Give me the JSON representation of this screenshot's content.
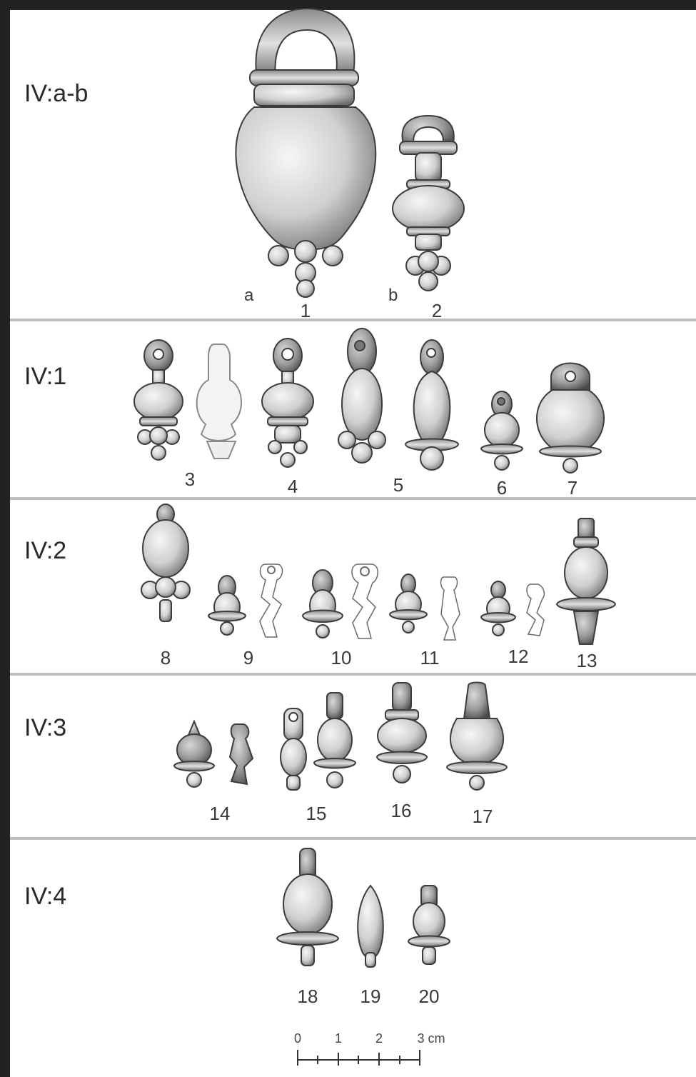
{
  "rows": [
    {
      "label": "IV:a-b"
    },
    {
      "label": "IV:1"
    },
    {
      "label": "IV:2"
    },
    {
      "label": "IV:3"
    },
    {
      "label": "IV:4"
    }
  ],
  "letters": [
    "a",
    "b"
  ],
  "figure_numbers": [
    "1",
    "2",
    "3",
    "4",
    "5",
    "6",
    "7",
    "8",
    "9",
    "10",
    "11",
    "12",
    "13",
    "14",
    "15",
    "16",
    "17",
    "18",
    "19",
    "20"
  ],
  "scale": {
    "ticks": [
      "0",
      "1",
      "2",
      "3 cm"
    ]
  }
}
